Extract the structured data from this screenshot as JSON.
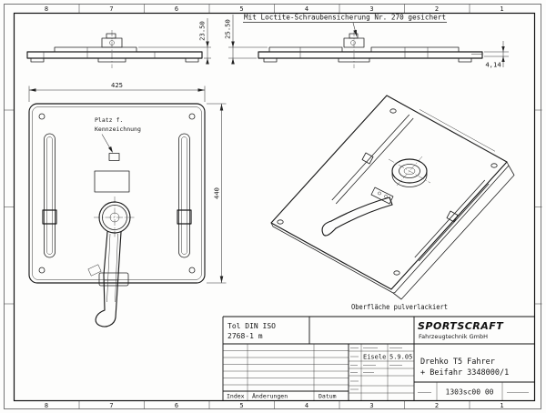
{
  "sheet": {
    "grid_top": [
      "8",
      "7",
      "6",
      "5",
      "4",
      "3",
      "2",
      "1"
    ],
    "grid_bottom": [
      "8",
      "7",
      "6",
      "5",
      "4",
      "3",
      "2",
      "1"
    ]
  },
  "annotations": {
    "loctite_note": "Mit Loctite-Schraubensicherung Nr. 270 gesichert",
    "marking_line1": "Platz f.",
    "marking_line2": "Kennzeichnung",
    "surface_note": "Oberfläche pulverlackiert"
  },
  "dimensions": {
    "height_front_left": "23.50",
    "height_front_right": "25.50",
    "plate_width": "425",
    "plate_height": "440",
    "flange_thickness": "4,14"
  },
  "title_block": {
    "tolerance_line1": "Tol DIN ISO",
    "tolerance_line2": "2768-1 m",
    "company": "SPORTSCRAFT",
    "company_sub": "Fahrzeugtechnik GmbH",
    "drawn_by": "Eisele",
    "date": "5.9.05",
    "title_line1": "Drehko T5 Fahrer",
    "title_line2": "+ Beifahr 3348000/1",
    "doc_number": "1303sc00 00",
    "rev_index_label": "Index",
    "rev_changes_label": "Änderungen",
    "rev_date_label": "Datum"
  }
}
